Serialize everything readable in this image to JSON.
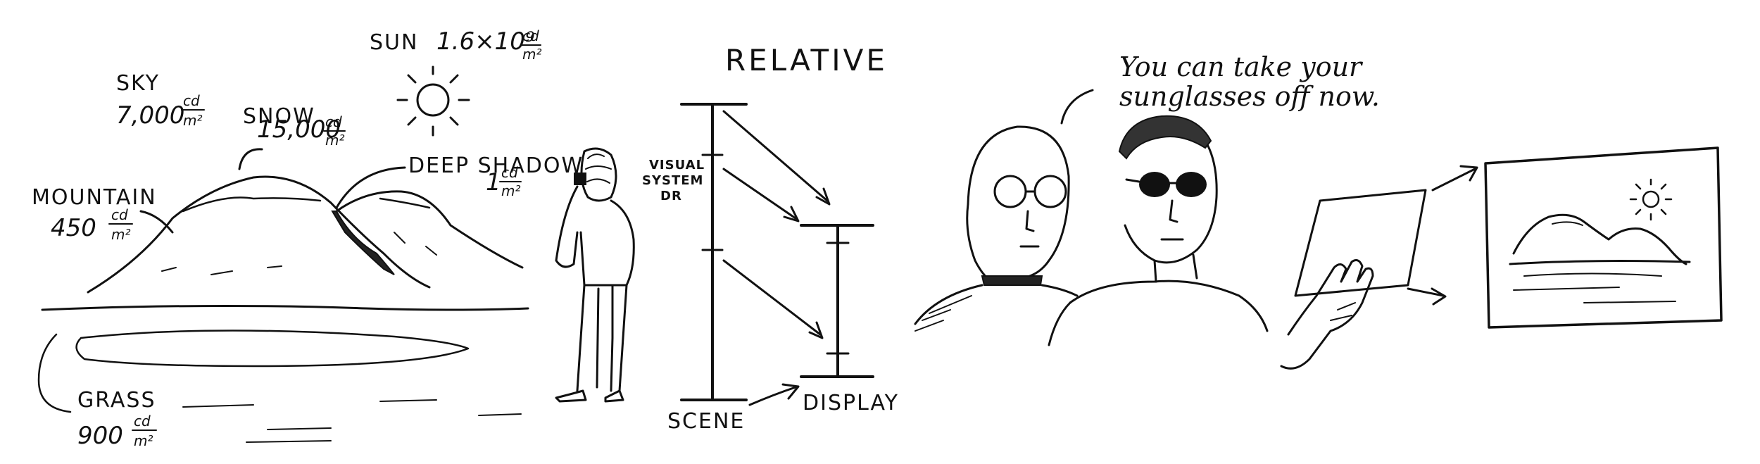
{
  "panel1": {
    "sun": {
      "label": "SUN",
      "value": "1.6×10⁹",
      "unit_num": "cd",
      "unit_den": "m²"
    },
    "sky": {
      "label": "SKY",
      "value": "7,000",
      "unit_num": "cd",
      "unit_den": "m²"
    },
    "snow": {
      "label": "SNOW",
      "value": "15,000",
      "unit_num": "cd",
      "unit_den": "m²"
    },
    "deep_shadow": {
      "label": "DEEP SHADOW",
      "value": "1",
      "unit_num": "cd",
      "unit_den": "m²"
    },
    "mountain": {
      "label": "MOUNTAIN",
      "value": "450",
      "unit_num": "cd",
      "unit_den": "m²"
    },
    "grass": {
      "label": "GRASS",
      "value": "900",
      "unit_num": "cd",
      "unit_den": "m²"
    }
  },
  "panel2": {
    "title": "RELATIVE",
    "visual_system_line1": "VISUAL",
    "visual_system_line2": "SYSTEM",
    "visual_system_line3": "DR",
    "scene_label": "SCENE",
    "display_label": "DISPLAY"
  },
  "panel3": {
    "speech_line1": "You can take your",
    "speech_line2": "sunglasses off now."
  }
}
